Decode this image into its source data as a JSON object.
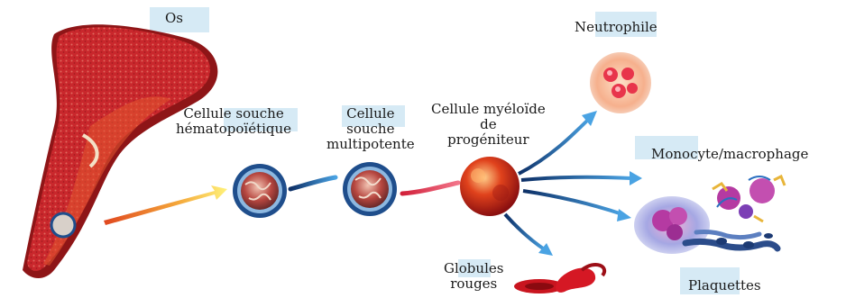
{
  "labels": {
    "os": "Os",
    "hsc": [
      "Cellule souche",
      "hématopoïétique"
    ],
    "multipotent": [
      "Cellule",
      "souche",
      "multipotente"
    ],
    "myeloid": [
      "Cellule myéloïde",
      "de",
      "progéniteur"
    ],
    "neutrophil": "Neutrophile",
    "monocyte": "Monocyte/macrophage",
    "platelets": "Plaquettes",
    "rbc": [
      "Globules",
      "rouges"
    ]
  },
  "colors": {
    "bone_marrow": "#c9272c",
    "bone_texture": "#d6564f",
    "bone_shadow": "#8e1517",
    "cell_ring": "#1f4e8c",
    "arrow_blue": "#2a6fc0",
    "arrow_red": "#d1203a",
    "neutrophil_body": "#f6b08d",
    "rbc": "#c9151f",
    "monocyte": "#a34aa8",
    "label_tag": "#cfe6f3"
  }
}
